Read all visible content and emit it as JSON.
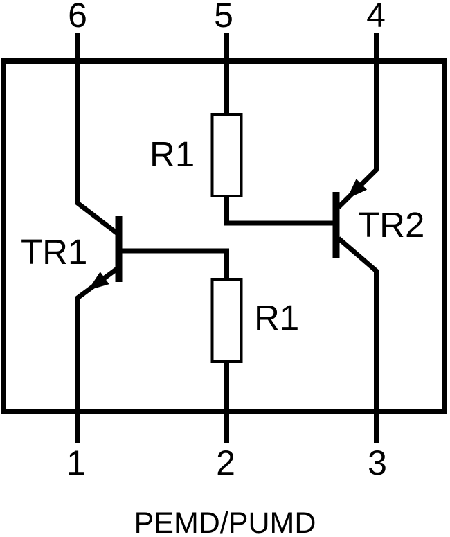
{
  "figure": {
    "caption": "PEMD/PUMD",
    "background_color": "#ffffff",
    "line_color": "#000000"
  },
  "pins": {
    "top": [
      {
        "number": "6"
      },
      {
        "number": "5"
      },
      {
        "number": "4"
      }
    ],
    "bottom": [
      {
        "number": "1"
      },
      {
        "number": "2"
      },
      {
        "number": "3"
      }
    ]
  },
  "components": {
    "tr1": {
      "label": "TR1",
      "symbol": "NPN transistor"
    },
    "tr2": {
      "label": "TR2",
      "symbol": "PNP transistor"
    },
    "r1_upper": {
      "label": "R1"
    },
    "r1_lower": {
      "label": "R1"
    }
  }
}
